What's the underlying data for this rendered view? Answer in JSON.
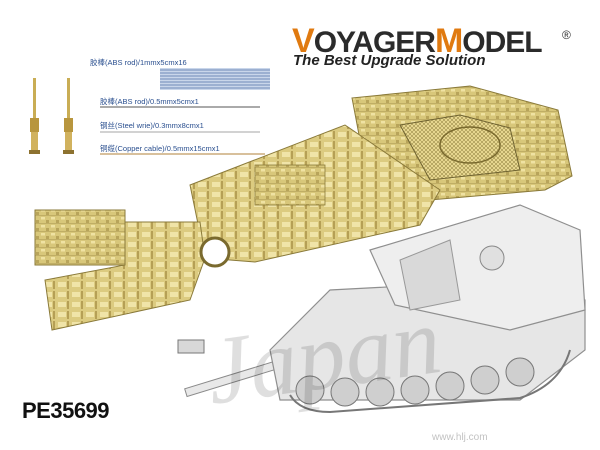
{
  "brand": {
    "name": "VOYAGERMODEL",
    "registered_mark": "®",
    "tagline": "The Best Upgrade Solution",
    "accent_color": "#e07a10"
  },
  "parts": [
    {
      "label": "胶棒(ABS rod)/1mmx5cmx16"
    },
    {
      "label": "胶棒(ABS rod)/0.5mmx5cmx1"
    },
    {
      "label": "钢丝(Steel wrie)/0.3mmx8cmx1"
    },
    {
      "label": "铜缆(Copper cable)/0.5mmx15cmx1"
    }
  ],
  "product_code": "PE35699",
  "watermark": "Japan",
  "website": "www.hlj.com"
}
